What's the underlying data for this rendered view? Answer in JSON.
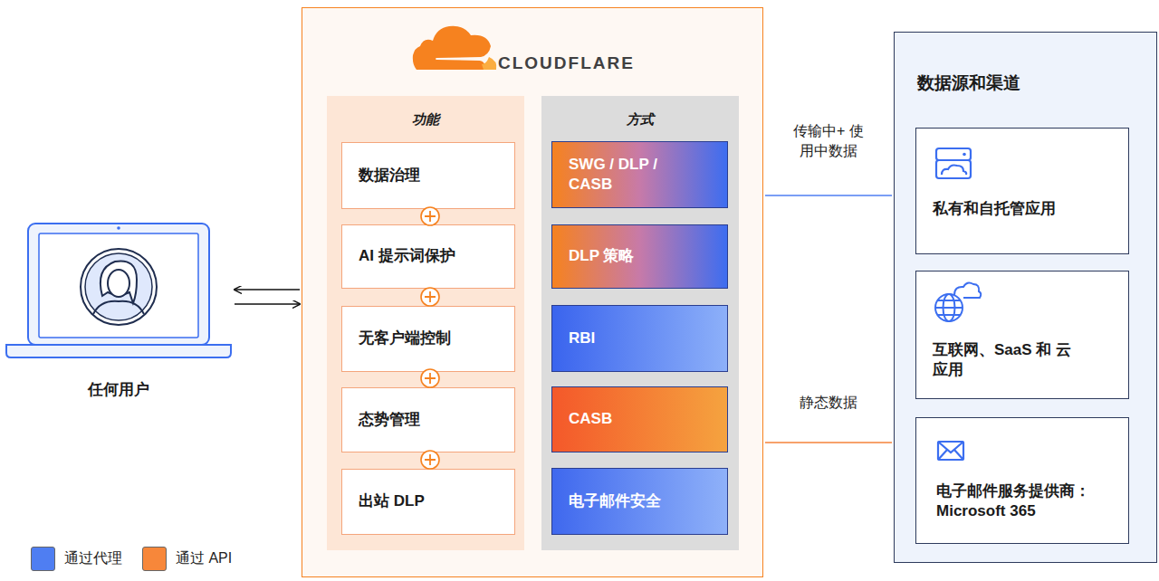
{
  "diagram": {
    "nodes": [
      {
        "text": [
          "任何用户"
        ]
      },
      {
        "text": [
          "CLOUDFLARE"
        ]
      },
      {
        "text": [
          "功能"
        ],
        "in": 1
      },
      {
        "text": [
          "数据治理"
        ],
        "in": 2
      },
      {
        "text": [
          "AI 提示词保护"
        ],
        "in": 2
      },
      {
        "text": [
          "无客户端控制"
        ],
        "in": 2
      },
      {
        "text": [
          "态势管理"
        ],
        "in": 2
      },
      {
        "text": [
          "出站 DLP"
        ],
        "in": 2
      },
      {
        "text": [
          "方式"
        ],
        "in": 1
      },
      {
        "text": [
          "SWG / DLP / CASB"
        ],
        "in": 8
      },
      {
        "text": [
          "DLP 策略"
        ],
        "in": 8
      },
      {
        "text": [
          "RBI"
        ],
        "in": 8
      },
      {
        "text": [
          "CASB"
        ],
        "in": 8
      },
      {
        "text": [
          "电子邮件安全"
        ],
        "in": 8
      },
      {
        "text": [
          "数据源和渠道"
        ]
      },
      {
        "text": [
          "私有和自托管应用"
        ],
        "in": 14
      },
      {
        "text": [
          "互联网、SaaS 和 云应用"
        ],
        "in": 14
      },
      {
        "text": [
          "电子邮件服务提供商： Microsoft 365"
        ],
        "in": 14
      }
    ],
    "edges": [
      {
        "from": 1,
        "to": 0,
        "arrow": "to"
      },
      {
        "from": 0,
        "to": 1,
        "arrow": "to"
      },
      {
        "from": 1,
        "to": 14,
        "arrow": "none",
        "label": "传输中+ 使用中数据"
      },
      {
        "from": 1,
        "to": 14,
        "arrow": "none",
        "label": "静态数据"
      }
    ],
    "legend": [
      {
        "text": "通过代理",
        "color": "#4f7ef2"
      },
      {
        "text": "通过 API",
        "color": "#f7873a"
      }
    ]
  }
}
